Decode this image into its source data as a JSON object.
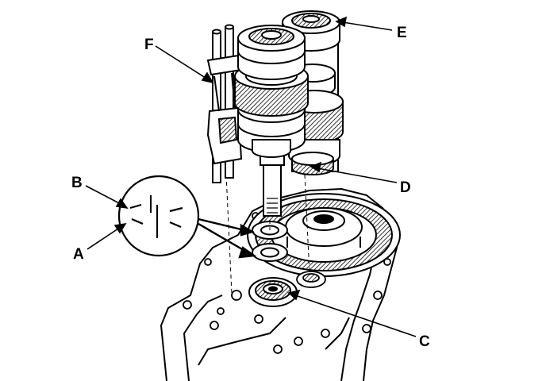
{
  "figure": {
    "labels": {
      "A": "A",
      "B": "B",
      "C": "C",
      "D": "D",
      "E": "E",
      "F": "F"
    }
  },
  "colors": {
    "ink": "#000000",
    "paper": "#ffffff",
    "shade": "#9a9a9a"
  }
}
